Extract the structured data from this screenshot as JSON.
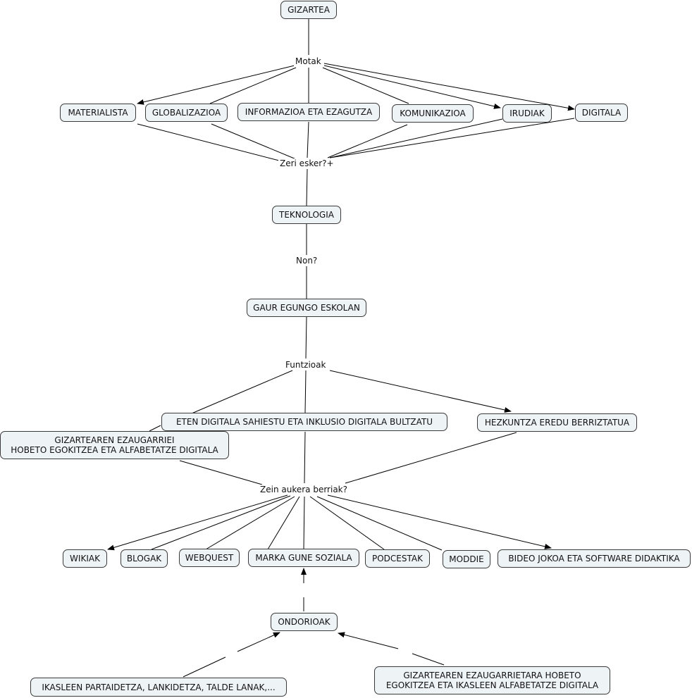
{
  "nodes": {
    "gizartea": "GIZARTEA",
    "materialista": "MATERIALISTA",
    "globalizazioa": "GLOBALIZAZIOA",
    "informazioa": "INFORMAZIOA ETA EZAGUTZA",
    "komunikazioa": "KOMUNIKAZIOA",
    "irudiak": "IRUDIAK",
    "digitala": "DIGITALA",
    "teknologia": "TEKNOLOGIA",
    "gaur_egungo": "GAUR EGUNGO ESKOLAN",
    "eten_digitala": "ETEN DIGITALA  SAHIESTU ETA INKLUSIO DIGITALA BULTZATU",
    "hezkuntza": "HEZKUNTZA EREDU BERRIZTATUA",
    "gizartearen_ezaug": "GIZARTEAREN EZAUGARRIEI\nHOBETO EGOKITZEA ETA ALFABETATZE DIGITALA",
    "wikiak": "WIKIAK",
    "blogak": "BLOGAK",
    "webquest": "WEBQUEST",
    "marka": "MARKA GUNE SOZIALA",
    "podcestak": "PODCESTAK",
    "moddie": "MODDIE",
    "bideo": "BIDEO JOKOA ETA SOFTWARE DIDAKTIKA",
    "ondorioak": "ONDORIOAK",
    "ikasleen": "IKASLEEN PARTAIDETZA, LANKIDETZA, TALDE LANAK,...",
    "gizartearen_ezaug2": "GIZARTEAREN EZAUGARRIETARA HOBETO\nEGOKITZEA ETA IKASLEEN ALFABETATZE DIGITALA"
  },
  "links": {
    "motak": "Motak",
    "zeri": "Zeri esker?+",
    "non": "Non?",
    "funtzioak": "Funtzioak",
    "zein": "Zein aukera berriak?"
  },
  "colors": {
    "node_fill": "#eef3f5",
    "node_border": "#3a3a3a",
    "line": "#000000"
  }
}
